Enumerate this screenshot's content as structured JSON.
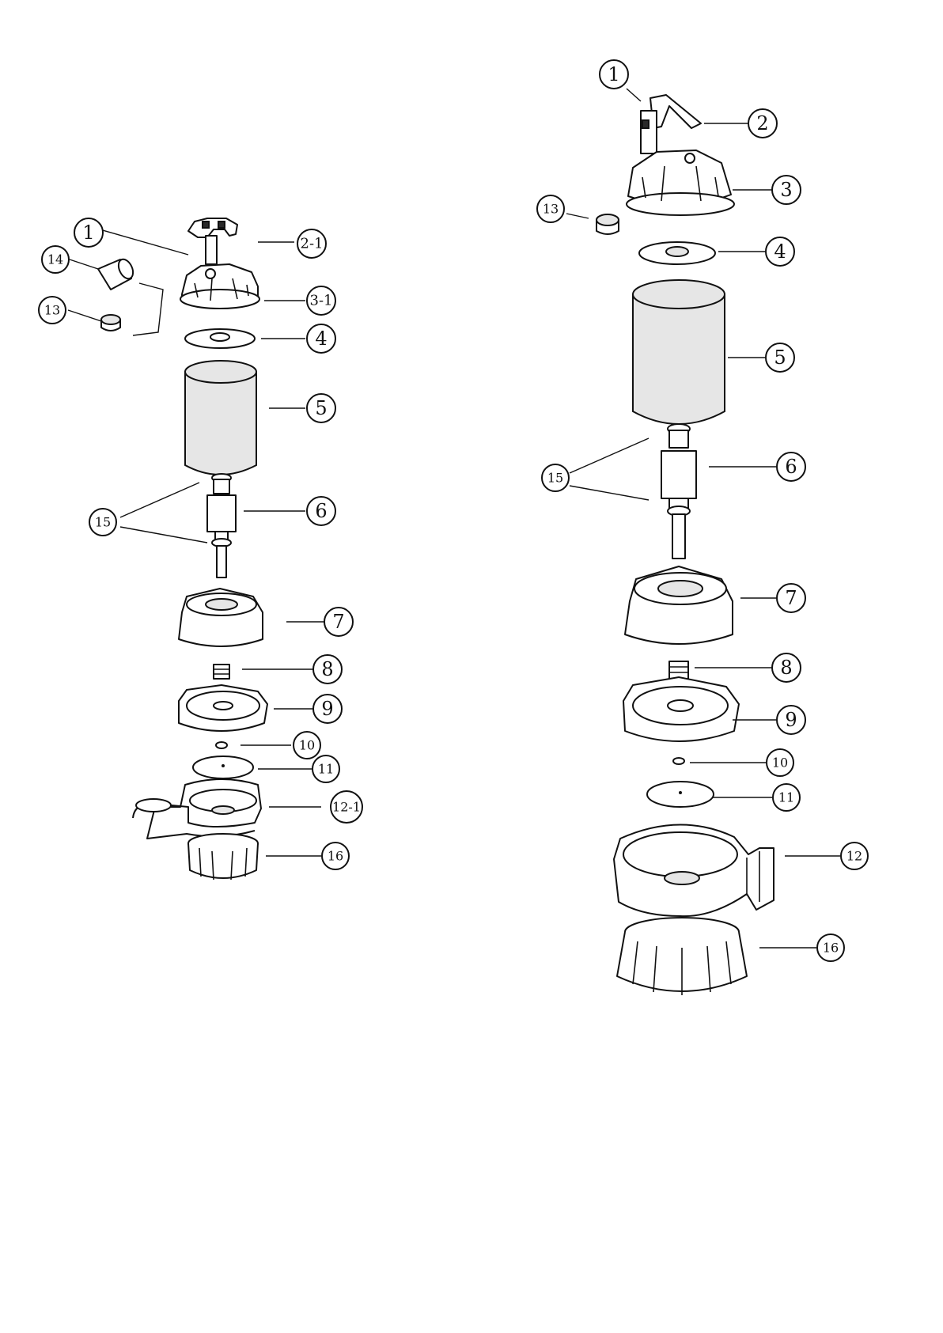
{
  "assemblies": [
    {
      "id": "left",
      "callouts": [
        "1",
        "2-1",
        "14",
        "3-1",
        "13",
        "4",
        "5",
        "15",
        "6",
        "7",
        "8",
        "9",
        "10",
        "11",
        "12-1",
        "16"
      ]
    },
    {
      "id": "right",
      "callouts": [
        "1",
        "2",
        "3",
        "13",
        "4",
        "5",
        "15",
        "6",
        "7",
        "8",
        "9",
        "10",
        "11",
        "12",
        "16"
      ]
    }
  ],
  "colors": {
    "line": "#111111",
    "background": "#ffffff",
    "shade": "#e6e6e6"
  }
}
